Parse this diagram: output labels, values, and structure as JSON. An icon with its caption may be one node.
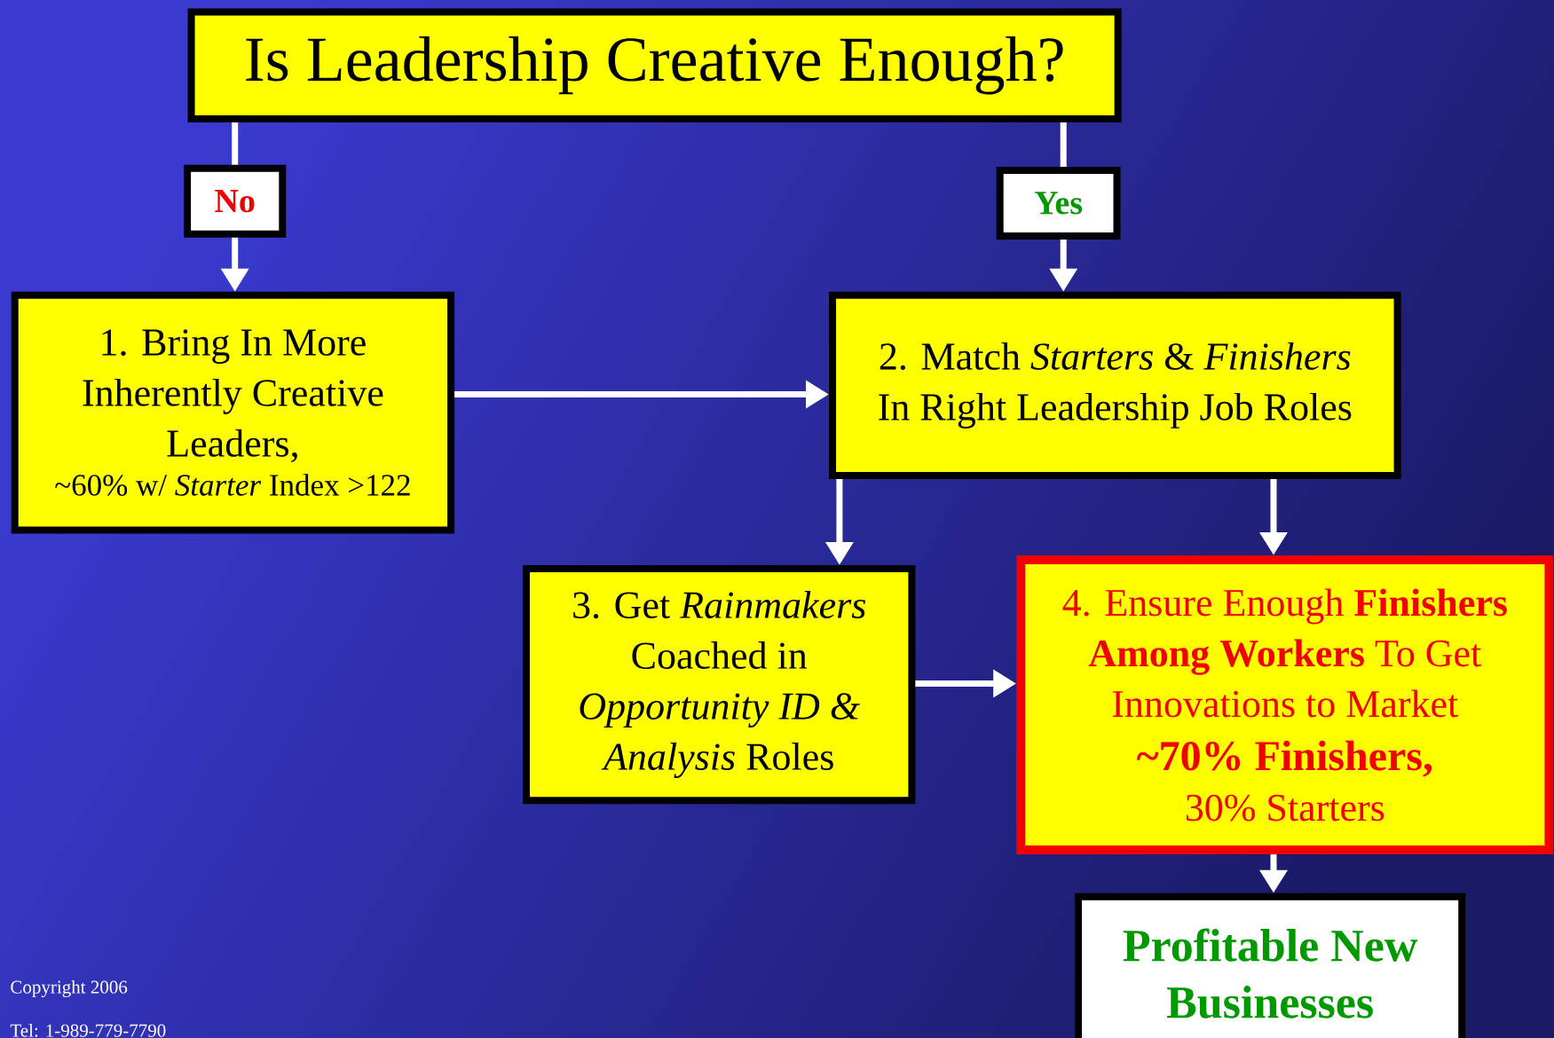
{
  "diagram": {
    "nodes": [
      {
        "text": [
          "Is Leadership Creative Enough?"
        ]
      },
      {
        "text": [
          "1. Bring In More Inherently Creative Leaders,",
          "~60% w/ *Starter* Index >122"
        ]
      },
      {
        "text": [
          "2. Match *Starters* & *Finishers* In Right Leadership Job Roles"
        ]
      },
      {
        "text": [
          "3. Get *Rainmakers* Coached in *Opportunity ID & Analysis* Roles"
        ]
      },
      {
        "text": [
          "4. Ensure Enough **Finishers** **Among Workers** To Get Innovations to Market",
          "**~70% Finishers,**",
          "30% Starters"
        ]
      },
      {
        "text": [
          "Profitable New Businesses"
        ]
      }
    ],
    "edges": [
      {
        "from": 0,
        "to": 1,
        "arrow": "to",
        "label": "No"
      },
      {
        "from": 0,
        "to": 2,
        "arrow": "to",
        "label": "Yes"
      },
      {
        "from": 1,
        "to": 2,
        "arrow": "to"
      },
      {
        "from": 2,
        "to": 3,
        "arrow": "to"
      },
      {
        "from": 2,
        "to": 4,
        "arrow": "to"
      },
      {
        "from": 3,
        "to": 4,
        "arrow": "to"
      },
      {
        "from": 4,
        "to": 5,
        "arrow": "to"
      }
    ],
    "labels": [
      "Copyright 2006",
      "Tel: 1-989-779-7790"
    ]
  }
}
